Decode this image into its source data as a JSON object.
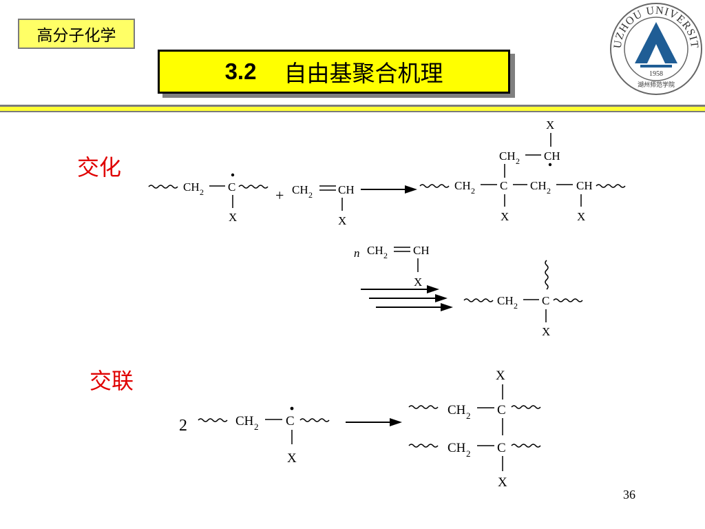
{
  "header": {
    "course": "高分子化学",
    "section_number": "3.2",
    "section_title": "自由基聚合机理"
  },
  "logo": {
    "arc_text": "HUZHOU UNIVERSITY",
    "year": "1958",
    "chinese_name": "湖州师范学院",
    "colors": {
      "blue": "#1f5d95",
      "ring": "#666666"
    }
  },
  "sections": {
    "transfer_label": "交化",
    "crosslink_label": "交联"
  },
  "chem": {
    "CH2": "CH",
    "sub2": "2",
    "C": "C",
    "CH": "CH",
    "X": "X",
    "plus": "+",
    "n": "n",
    "two": "2"
  },
  "page": {
    "number": "36"
  },
  "colors": {
    "label_red": "#e00000",
    "title_yellow": "#ffff00",
    "tag_yellow": "#ffff66"
  }
}
